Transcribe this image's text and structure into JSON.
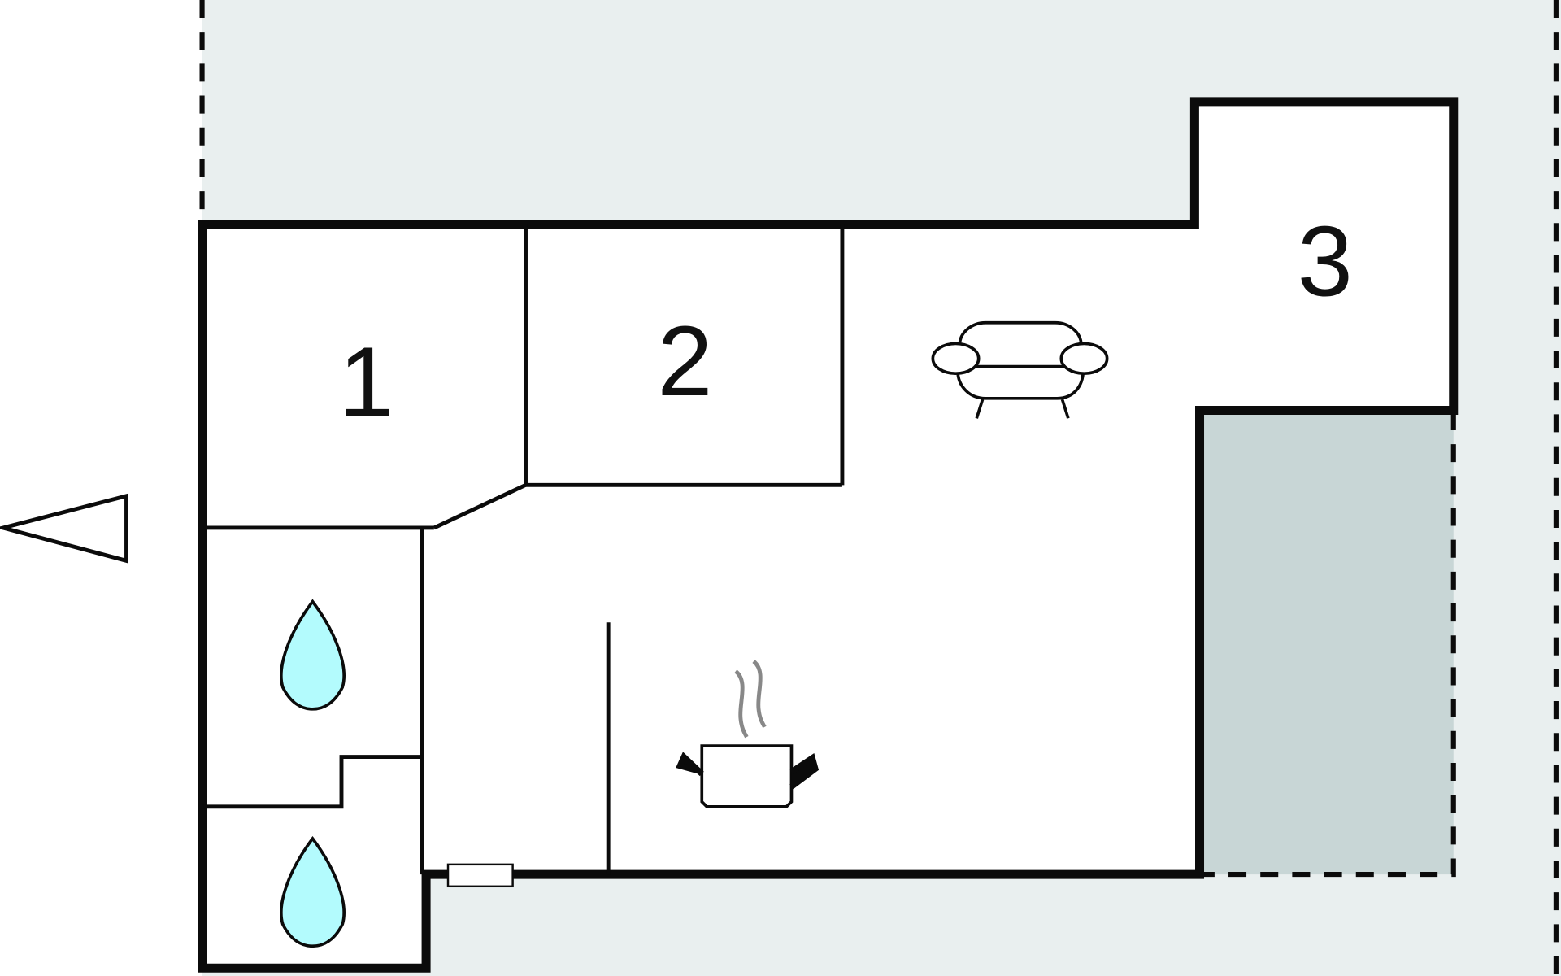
{
  "rooms": [
    {
      "label": "1"
    },
    {
      "label": "2"
    },
    {
      "label": "3"
    }
  ],
  "icons": [
    "north-arrow-icon",
    "water-drop-icon",
    "sofa-icon",
    "cooking-pot-icon",
    "window-icon"
  ],
  "colors": {
    "plot": "#e9efef",
    "terrace": "#c8d6d6",
    "wall": "#0b0b0b",
    "water": "#b3fbfd",
    "steam": "#888888"
  }
}
